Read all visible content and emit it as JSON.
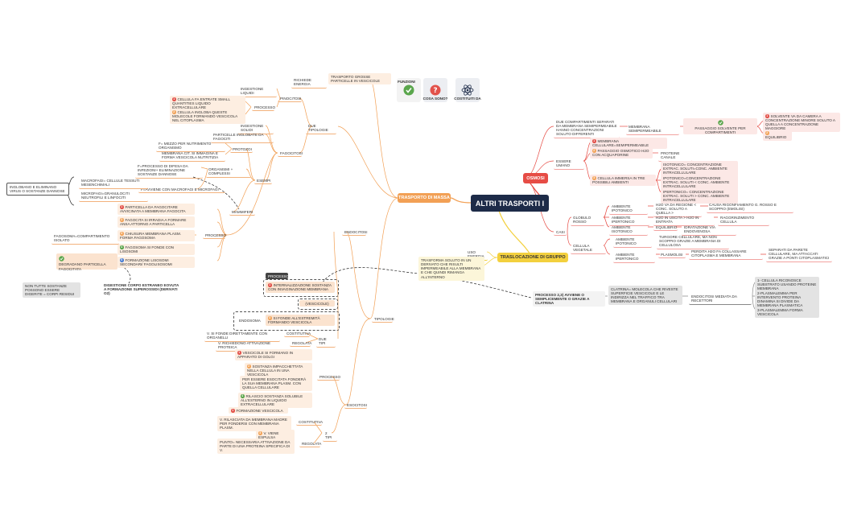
{
  "root": "ALTRI TRASPORTI I",
  "main": {
    "massa": "TRASPORTO DI MASSA",
    "osmosi": "OSMOSI",
    "traslocazione": "TRASLOCAZIONE DI GRUPPO"
  },
  "tools": {
    "funzioni": "FUNZIONI",
    "cosa_sono": "COSA SONO?",
    "costituiti": "COSTITUITI DA"
  },
  "massa": {
    "richiede": "RICHIEDE ENERGIA",
    "trasporto": "TRASPORTO GROSSE PARTICELLE IN VESCICOLE",
    "due_tipologie": "DUE TIPOLOGIE",
    "pinocitosi": "PINOCITOSI",
    "ingestione_liquidi": "INGESTIONE LIQUIDI",
    "pin_processo": "PROCESSO",
    "pin_p1": "CELLULA FA ENTRATE SMALL QUANTITIES LIQUIDO EXTRACELLULARE",
    "pin_p2": "CELLULA INGLOBA QUESTE MOLECOLE FORMANDO VESCICOLA NEL CITOPLASMA",
    "fagocitosi": "FAGOCITOSI",
    "ingestione_solidi": "INGESTIONE SOLIDI",
    "particelle": "PARTICELLE INGLOBATE DA FAGOCITI",
    "protozoi": "PROTOZOI",
    "pro_1": "F= MEZZO PER NUTRIMENTO ORGANISMO",
    "pro_2": "MEMBRANA CIT. SI IMMAGINA E FORMA VESCICOLA NUTRITIZIA",
    "esempi": "ESEMPI",
    "organismi": "ORGANISMI + COMPLESSI",
    "org_1": "F=PROCESSO DI DIFESA DA INFEZIONI+ ELIMINAZIONE SOSTANZE DANNOSE",
    "org_2": "F=AVVIENE CON MACROFAGI E MICROFAGI",
    "mammiferi": "MAMMIFERI",
    "macrofagi": "MACROFAGI= CELLULE TESSUTI MESENCHIMALI",
    "microfagi": "MICROFAGI=GRANULOCITI NEUTROFILI E LINFOCITI",
    "inglobano": "INGLOBANO E ELIMINANO VIRUS O SOSTANZE DANNOSE",
    "fag_processo": "PROCESSO",
    "fp_1": "PARTICELLA DA FAGOCITARE AVVICINATA A MEMBRANA FAGOCITA",
    "fp_2": "FAGOCITA SI IRRADIA A FORMARE ANSA ATTORNO A PARTICELLA",
    "fp_3": "CHIUSURA MEMBRANA PLASM. FORMA FAGOSOMA",
    "fp_4": "FAGOSOMA SI FONDE CON LISOSOMI",
    "fp_5": "FORMAZIONE LISOSOMI SECONDARI/ FAGOLISOSOMI",
    "fagosoma": "FAGOSOMA=COMPARTIMENTO ISOLATO",
    "degradano": "DEGRADANO PARTICELLA FAGOCITATA",
    "non_tutte": "NON TUTTE SOSTANZE POSSONO ESSERE DIGERITE = CORPI RESIDUI",
    "digestione": "DIGESTIONE CORPO ESTRANEO EOVUTA A FORMAZIONE SUPEROSSIDI (DERIVATI O2)",
    "tipologie": "TIPOLOGIE",
    "endocitosi": "ENDOCITOSI",
    "end_processo_tag": "PROCESSO",
    "end_p1": "INTERNALIZZAZIONE SOSTANZA CON INVAGINAZIONE MEMBRANA",
    "end_p2": "(VESCICOLE)",
    "endosoma": "ENDOSOMA",
    "end_p3": "SI FONDE ALL'ESTREMITÀ FORMANDO VESCICOLA",
    "due_tipi": "DUE TIPI",
    "costitutiva": "COSTITUTIVA",
    "cost_1": "V. SI FONDE DIRETTAMENTE CON ORGANELLI",
    "regolata": "REGOLATA",
    "reg_1": "V. RICHIEDONO ATTIVAZIONE PROTEICA",
    "esocitosi": "ESOCITOSI",
    "eso_processo": "PROCESSO",
    "ep_1": "VESCICOLE SI FORMANO IN APPARATO DI GOLGI",
    "ep_2": "SOSTANZA IMPACCHETTATA NELLA CELLULA IN UNA VESCICOLA",
    "ep_3": "PER ESSERE ESOCITATA FONDERÀ LA SUA MEMBRANA PLASM. CON QUELLA CELLULARE",
    "ep_4": "RILASCIO SOSTANZA SOLUBILE ALL'ESTERNO IN LIQUIDO EXTRACELLULARE",
    "eso_2tipi": "2 TIPI",
    "eso_cost": "COSTITUTIVA",
    "ec_1": "FORMAZIONE VESCICOLA",
    "ec_2": "V. RILASCIATA DA MEMBRANA MADRE PER FONDERSI CON MEMBRANA PLASM.",
    "ec_3": "V. VIENE ESPULSA",
    "eso_reg": "REGOLATA",
    "er_1": "PUNTO= NECESSARIA ATTIVAZIONE DA PARTE DI UNA PROTEINA SPECIFICA DI V."
  },
  "osmosi": {
    "due_comp": "DUE COMPARTIMENTI SEPARATI DA MEMBRANA SEMIPERMEABILE HANNO CONCENTRAZIONI SOLUTO DIFFERENTI",
    "membrana_semi": "MEMBRANA SEMIPERMEABILE",
    "passaggio": "PASSAGGIO SOLVENTE PER COMPARTIMENTI",
    "solvente_va": "SOLVENTE VA DA CAMERA A CONCENTRAZIONE MINORE SOLUTO A QUELLA A CONCENTRAZIONE MAGGIORE",
    "equilibrio": "EQUILIBRIO",
    "essere_umano": "ESSERE UMANO",
    "memb_cell": "MEMBRANA CELLULARE=SEMIPERMEABILE",
    "pass_osm": "PASSAGGIO OSMOTICO H2O CON ACQUAPORINE",
    "proteine_canale": "PROTEINE CANALE",
    "cell_immersa": "CELLULA IMMERSA IN TRE POSSIBILI AMBIENTI",
    "iso": "ISOTONICO= CONCENTRAZIONE EXTRAC. SOLUTI=CONC. AMBIENTE INTRACELLULARE",
    "ipo": "IPOTONICO=CONCENTRAZIONE EXTRAC. SOLUTI < CONC. AMBIENTE INTRACELLULARE",
    "iper": "IPERTONICO= CONCENTRAZIONE EXTRAC. SOLUTI > CONC. AMBIENTE INTRACELLULARE",
    "casi": "CASI",
    "globulo": "GLOBULO ROSSO",
    "amb_ipo": "AMBIENTE IPOTONICO",
    "h2o_va": "H2O VA DA REGIONE < CONC. SOLUTO A QUELLA >",
    "causa": "CAUSA RIGONFIAMENTO G. ROSSO E SCOPPIO (EMOLISI)",
    "amb_iper": "AMBIENTE IPERTONICO",
    "h2o_uscita": "H2O IN USCITA > H2O IN ENTRATA",
    "raggrinzimento": "RAGGRINZIMENTO CELLULA",
    "amb_iso": "AMBIENTE ISOTONICO",
    "equilibrio2": "EQUILIBRIO",
    "idratazione": "IDRATAZIONE VIA ENDOVENOSA",
    "cell_veg": "CELLULA VEGETALE",
    "veg_ipo": "AMBIENTE IPOTONICO",
    "turgore": "TURGORE CELLULARE, MA NON SCOPPIO GRAZIE A MEMBRANA DI CELLULOSA",
    "veg_iper": "AMBIENTE IPERTONICO",
    "plasmolisi": "PLASMOLISI",
    "perdita": "PERDITA H2O FA COLLASSARE CITOPLASMA E MEMBRANA",
    "separati": "SEPARATI DA PARETE CELLULARE, MA ATTACCATI GRAZIE A PONTI CITOPLASMATICI"
  },
  "trasl": {
    "uso": "USO ENERGIA",
    "trasforma": "TRASFORMA SOLUTO IN UN DERIVATO CHE RISULTI IMPERMEABILE ALLA MEMBRANA E CHE QUINDI RIMANGA ALL'INTERNO"
  },
  "clatrina": {
    "processo": "PROCESSO 2,3) AVVIENE O SEMPLICEMENTE O GRAZIE A CLATRINA",
    "clatrina": "CLATRINA= MOLECOLA CHE RIVESTE SUPERFICIE VESCICOLE E LE INDIRIZZA NEL TRAFFICO TRA MEMBRANA E ORGANULI CELLULARI",
    "endocitosi": "ENDOCITOSI MEDIATA DA RECETTORI",
    "s1": "1- CELLULA RICONOSCE SUBSTRATO USANDO PROTEINE MEMBRANA",
    "s2": "2-PLASMALEMMA PER INTERVENTO PROTEINA DINAMINA SI DIVIDE DA MEMBRANA PLASMATICA",
    "s3": "3-PLASMALEMMA FORMA VESCICOLA"
  },
  "icons": {
    "funzioni": "check-icon",
    "cosa": "question-icon",
    "costituiti": "atom-icon"
  },
  "colors": {
    "root": "#1d2b48",
    "massa": "#f2a055",
    "osmosi": "#e64c45",
    "trasl": "#f3d03e",
    "dark": "#444444"
  }
}
